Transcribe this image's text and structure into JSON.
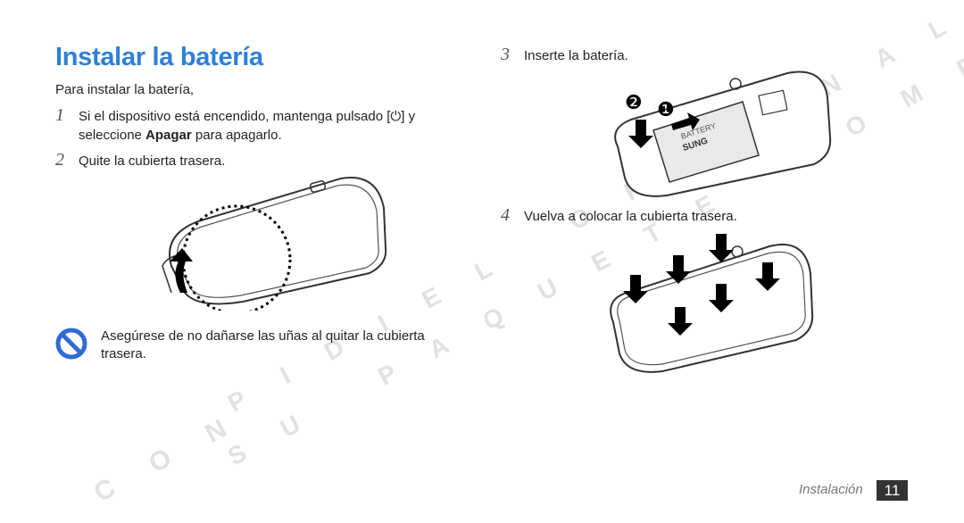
{
  "page": {
    "title": "Instalar la batería",
    "intro": "Para instalar la batería,",
    "steps": [
      {
        "num": "1",
        "text_before": "Si el dispositivo está encendido, mantenga pulsado [",
        "power_symbol": "⏻",
        "text_mid": "] y seleccione ",
        "bold": "Apagar",
        "text_after": " para apagarlo."
      },
      {
        "num": "2",
        "text": "Quite la cubierta trasera."
      },
      {
        "num": "3",
        "text": "Inserte la batería."
      },
      {
        "num": "4",
        "text": "Vuelva a colocar la cubierta trasera."
      }
    ],
    "note": "Asegúrese de no dañarse las uñas al quitar la cubierta trasera.",
    "battery_callouts": [
      "❷",
      "❶"
    ],
    "battery_brand": "SUNG",
    "watermark": [
      "CON",
      "PIDIEL ORIGINAL",
      "SU PAQUETE COMPLETO"
    ],
    "footer": {
      "section": "Instalación",
      "page_number": "11"
    }
  },
  "colors": {
    "title": "#2f7fd6",
    "text": "#231f20",
    "watermark": "#c8c8c8"
  }
}
